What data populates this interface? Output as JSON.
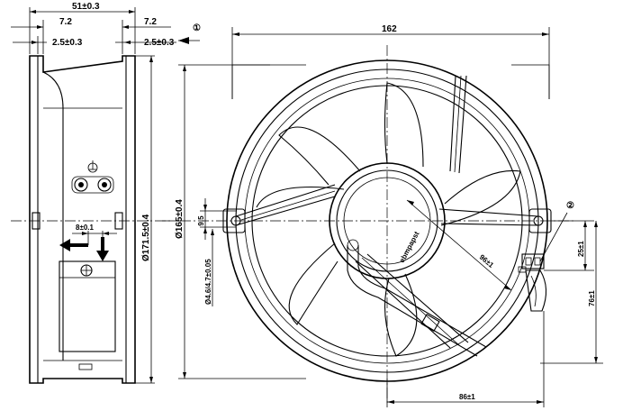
{
  "drawing": {
    "side_view": {
      "overall_width": "51±0.3",
      "left_offset": "7.2",
      "right_offset": "7.2",
      "left_rim": "2.5±0.3",
      "right_rim": "2.5±0.3",
      "terminal_spacing": "8±0.1",
      "outer_diameter": "Ø171.5±0.4"
    },
    "front_view": {
      "square_size": "162",
      "mount_diameter": "Ø165±0.4",
      "slot_height": "9.5",
      "hole_diameter": "Ø4.6/4.7±0.05",
      "hub_distance": "96±1",
      "connector_height": "25±1",
      "connector_offset": "76±1",
      "bottom_offset": "86±1",
      "hub_label": "ebmpapst"
    },
    "callouts": {
      "airflow_marker": "①",
      "connector_marker": "②"
    }
  }
}
